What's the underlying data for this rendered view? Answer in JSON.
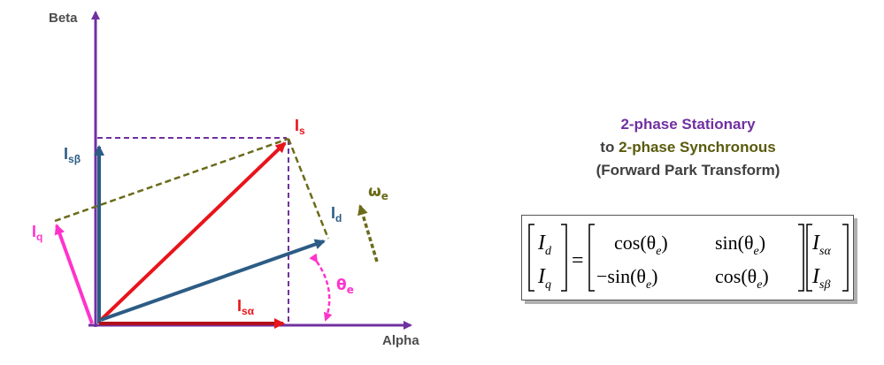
{
  "axes": {
    "beta_label": "Beta",
    "alpha_label": "Alpha"
  },
  "vectors": {
    "is": {
      "main": "I",
      "sub": "s"
    },
    "isb": {
      "main": "I",
      "sub": "sβ"
    },
    "isa": {
      "main": "I",
      "sub": "sα"
    },
    "id": {
      "main": "I",
      "sub": "d"
    },
    "iq": {
      "main": "I",
      "sub": "q"
    },
    "omega": {
      "main": "ω",
      "sub": "e"
    },
    "theta": {
      "main": "θ",
      "sub": "e"
    }
  },
  "title": {
    "line1": "2-phase Stationary",
    "line2_prefix": "to ",
    "line2_highlight": "2-phase Synchronous",
    "line3": "(Forward Park Transform)"
  },
  "equation": {
    "lhs_top": "I",
    "lhs_top_sub": "d",
    "lhs_bottom": "I",
    "lhs_bottom_sub": "q",
    "equals": "=",
    "m11": "cos(θ",
    "m12": "sin(θ",
    "m21": "−sin(θ",
    "m22": "cos(θ",
    "angle_sub": "e",
    "close_paren": ")",
    "rhs_top": "I",
    "rhs_top_sub": "sα",
    "rhs_bottom": "I",
    "rhs_bottom_sub": "sβ"
  },
  "colors": {
    "axis": "#7030a0",
    "is": "#e8141c",
    "stationary": "#2c5c85",
    "iq": "#ff33cc",
    "sync_dashed": "#6b6b1a",
    "projection": "#7030a0"
  }
}
